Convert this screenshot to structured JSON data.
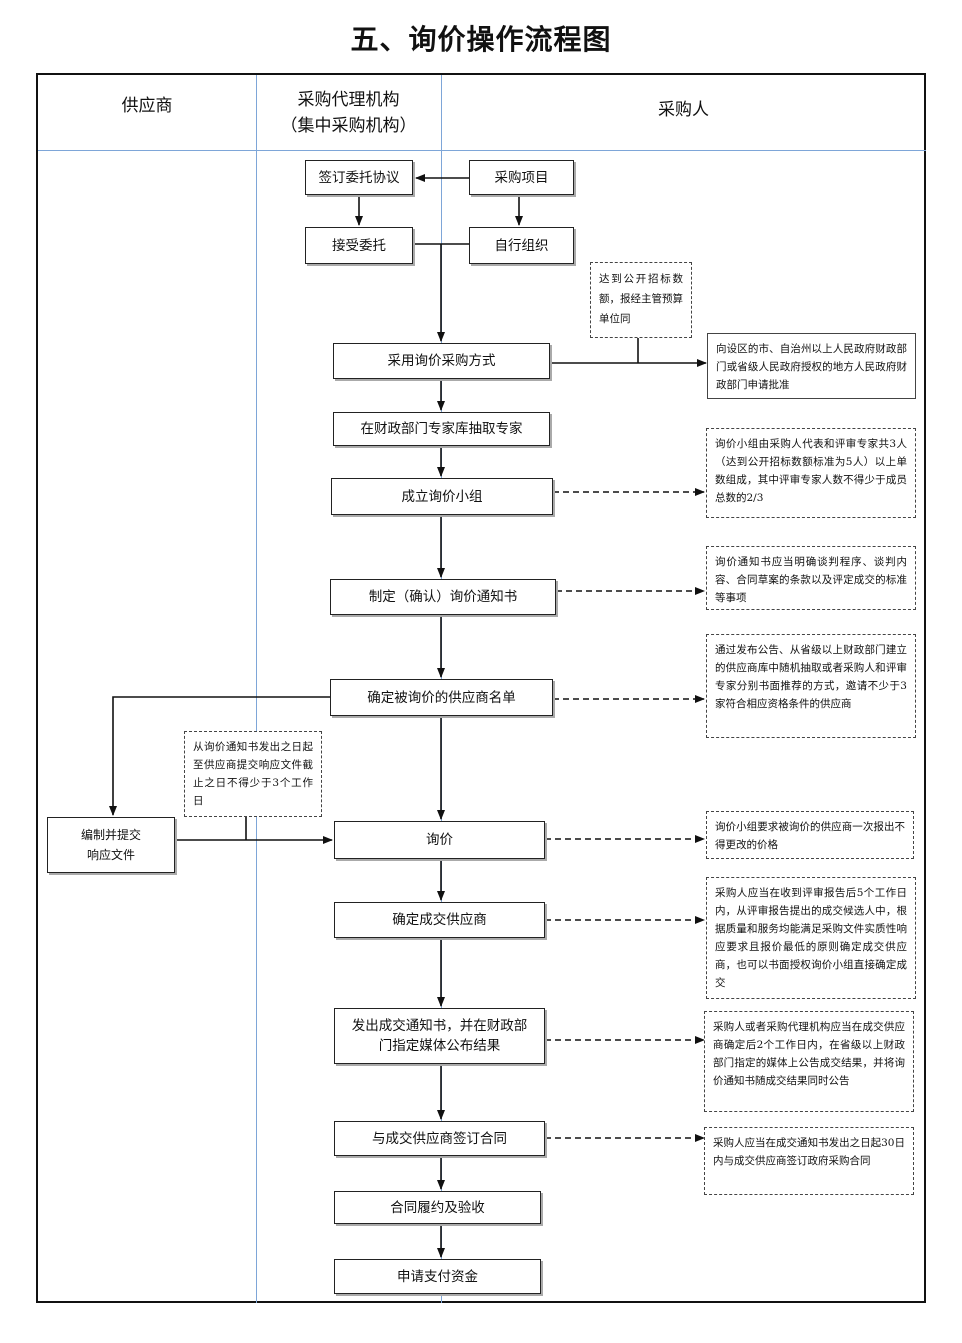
{
  "title": "五、询价操作流程图",
  "lanes": {
    "supplier": "供应商",
    "agency_line1": "采购代理机构",
    "agency_line2": "（集中采购机构）",
    "purchaser": "采购人"
  },
  "steps": {
    "sign_agreement": "签订委托协议",
    "purchase_project": "采购项目",
    "accept_entrust": "接受委托",
    "self_organize": "自行组织",
    "adopt_inquiry": "采用询价采购方式",
    "draw_experts": "在财政部门专家库抽取专家",
    "form_group": "成立询价小组",
    "make_notice": "制定（确认）询价通知书",
    "confirm_suppliers": "确定被询价的供应商名单",
    "prepare_response": "编制并提交响应文件",
    "inquiry": "询价",
    "determine_winner": "确定成交供应商",
    "issue_notice": "发出成交通知书，并在财政部门指定媒体公布结果",
    "sign_contract": "与成交供应商签订合同",
    "perform_accept": "合同履约及验收",
    "apply_payment": "申请支付资金"
  },
  "notes": {
    "threshold": "达到公开招标数额，报经主管预算单位同",
    "approval": "向设区的市、自治州以上人民政府财政部门或省级人民政府授权的地方人民政府财政部门申请批准",
    "group_rule": "询价小组由采购人代表和评审专家共3人（达到公开招标数额标准为5人）以上单数组成，其中评审专家人数不得少于成员总数的2/3",
    "notice_rule": "询价通知书应当明确谈判程序、谈判内容、合同草案的条款以及评定成交的标准等事项",
    "supplier_rule": "通过发布公告、从省级以上财政部门建立的供应商库中随机抽取或者采购人和评审专家分别书面推荐的方式，邀请不少于3家符合相应资格条件的供应商",
    "response_time": "从询价通知书发出之日起至供应商提交响应文件截止之日不得少于3个工作日",
    "price_once": "询价小组要求被询价的供应商一次报出不得更改的价格",
    "winner_rule": "采购人应当在收到评审报告后5个工作日内，从评审报告提出的成交候选人中，根据质量和服务均能满足采购文件实质性响应要求且报价最低的原则确定成交供应商，也可以书面授权询价小组直接确定成交",
    "publish_rule": "采购人或者采购代理机构应当在成交供应商确定后2个工作日内，在省级以上财政部门指定的媒体上公告成交结果，并将询价通知书随成交结果同时公告",
    "contract_rule": "采购人应当在成交通知书发出之日起30日内与成交供应商签订政府采购合同"
  }
}
